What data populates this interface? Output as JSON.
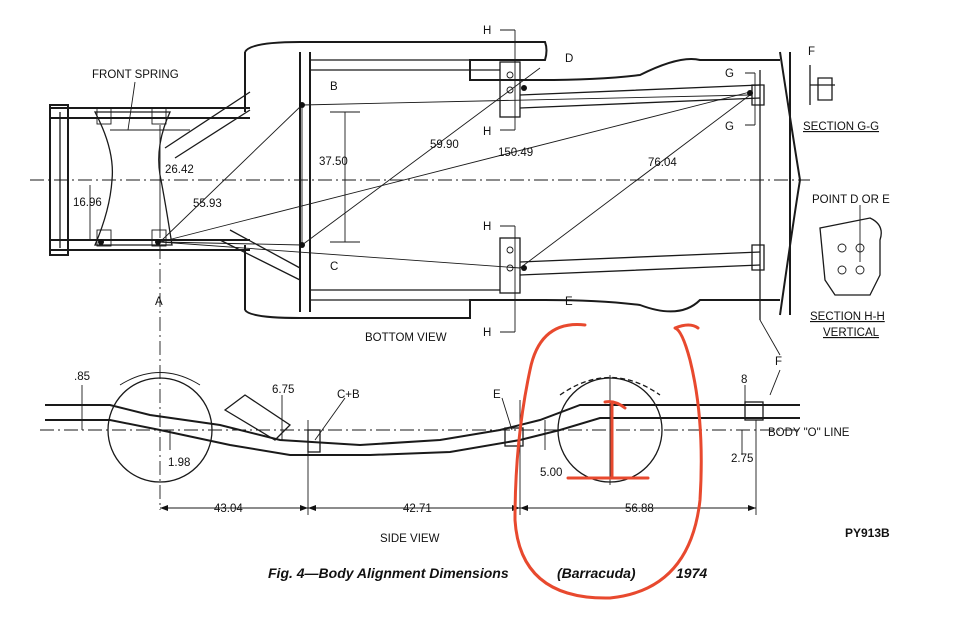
{
  "labels": {
    "front_spring": "FRONT SPRING",
    "bottom_view": "BOTTOM VIEW",
    "side_view": "SIDE VIEW",
    "section_gg": "SECTION G-G",
    "point_d_or_e": "POINT D OR E",
    "section_hh": "SECTION H-H",
    "vertical": "VERTICAL",
    "body_o_line": "BODY \"O\" LINE",
    "figure_code": "PY913B"
  },
  "caption": {
    "text": "Fig. 4—Body Alignment Dimensions",
    "model": "(Barracuda)",
    "year": "1974"
  },
  "points": {
    "a": "A",
    "b": "B",
    "c": "C",
    "d": "D",
    "e": "E",
    "f": "F",
    "g": "G",
    "h": "H",
    "cb": "C+B",
    "e_side": "E",
    "f_side": "F"
  },
  "dimensions": {
    "d_26_42": "26.42",
    "d_16_96": "16.96",
    "d_55_93": "55.93",
    "d_37_50": "37.50",
    "d_59_90": "59.90",
    "d_150_49": "150.49",
    "d_76_04": "76.04",
    "d_85": ".85",
    "d_6_75": "6.75",
    "d_1_98": "1.98",
    "d_5_00": "5.00",
    "d_8": "8",
    "d_2_75": "2.75",
    "d_43_04": "43.04",
    "d_42_71": "42.71",
    "d_56_88": "56.88"
  }
}
